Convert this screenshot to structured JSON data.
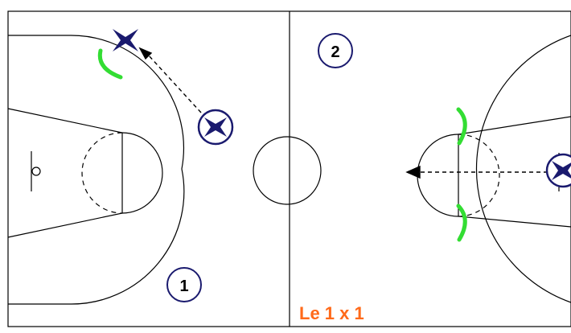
{
  "diagram": {
    "caption": "Le 1 x 1",
    "zone_labels": [
      "1",
      "2"
    ],
    "colors": {
      "court_lines": "#000000",
      "player": "#1a1a6e",
      "defender": "#33dd33",
      "caption": "#ff6a1a",
      "label_circle": "#1a1a6e"
    },
    "icons": {
      "attacker_marker": "x-cross-icon",
      "attacker_with_ball": "circled-x-icon",
      "defender_marker": "arc-bracket-icon",
      "basket": "basket-icon"
    }
  }
}
